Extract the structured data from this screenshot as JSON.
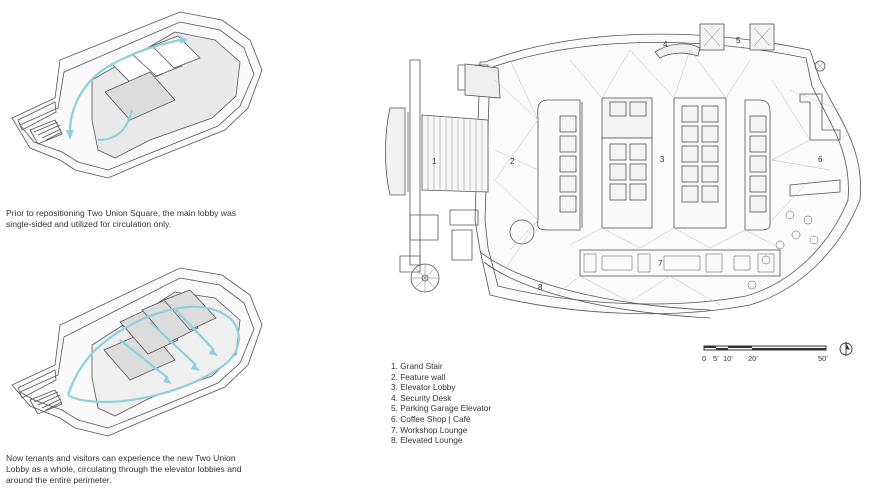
{
  "captions": {
    "before": "Prior to repositioning Two Union Square, the main lobby was single-sided and utilized for circulation only.",
    "after": "Now tenants and visitors can experience the new Two Union Lobby as a whole, circulating through the elevator lobbies and around the entire perimeter."
  },
  "legend": [
    "1. Grand Stair",
    "2. Feature wall",
    "3. Elevator Lobby",
    "4. Security Desk",
    "5. Parking Garage Elevator",
    "6. Coffee Shop | Café",
    "7. Workshop Lounge",
    "8. Elevated Lounge"
  ],
  "plan_numbers": [
    "1",
    "2",
    "3",
    "4",
    "5",
    "6",
    "7",
    "8"
  ],
  "scale": {
    "labels": [
      "0",
      "5'",
      "10'",
      "20'",
      "50'"
    ]
  },
  "colors": {
    "circulation": "#8ecfe0",
    "line": "#555555",
    "fill": "#e9e9e9"
  },
  "icons": {
    "north": "north-arrow-icon"
  }
}
